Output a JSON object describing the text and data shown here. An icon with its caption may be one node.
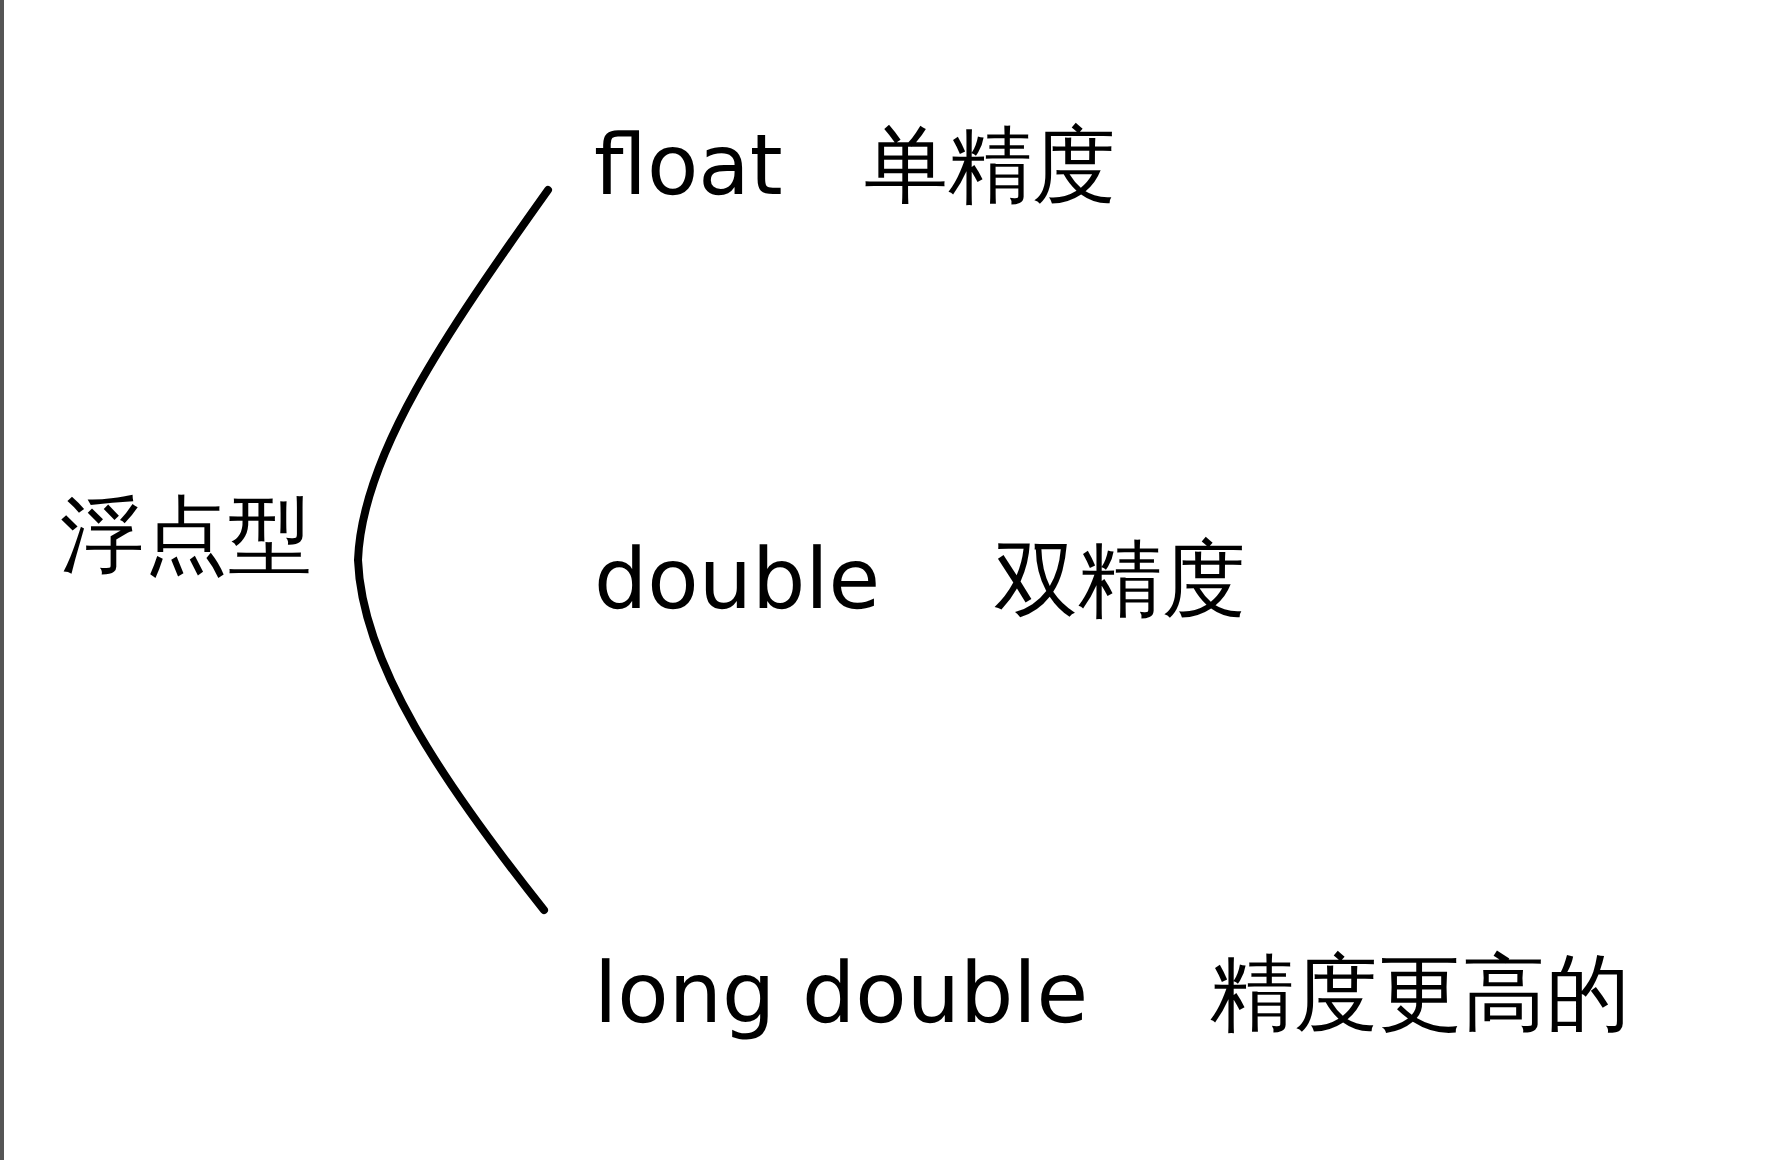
{
  "diagram": {
    "labels": [
      "浮点型",
      "float",
      "单精度",
      "double",
      "双精度",
      "long double",
      "精度更高的"
    ]
  }
}
